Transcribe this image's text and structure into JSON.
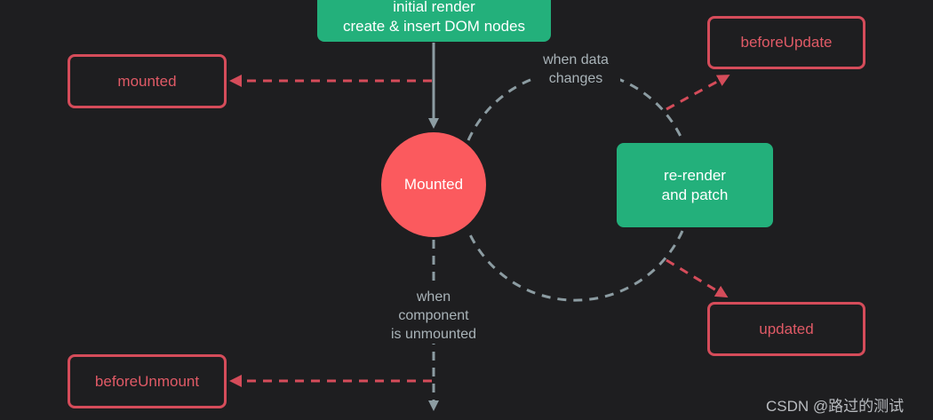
{
  "nodes": {
    "initial_render": {
      "line1": "initial render",
      "line2": "create & insert DOM nodes"
    },
    "mounted_state": "Mounted",
    "re_render": {
      "line1": "re-render",
      "line2": "and patch"
    }
  },
  "hooks": {
    "mounted": "mounted",
    "before_update": "beforeUpdate",
    "updated": "updated",
    "before_unmount": "beforeUnmount"
  },
  "annotations": {
    "when_data_changes": {
      "line1": "when data",
      "line2": "changes"
    },
    "when_unmounted": {
      "line1": "when",
      "line2": "component",
      "line3": "is unmounted"
    }
  },
  "watermark": "CSDN @路过的测试",
  "colors": {
    "background": "#1e1e20",
    "hook_border": "#d54c5a",
    "hook_text": "#e05a66",
    "green": "#23b07b",
    "mounted_circle": "#fb5a5e",
    "connector": "#8c9ca2"
  }
}
